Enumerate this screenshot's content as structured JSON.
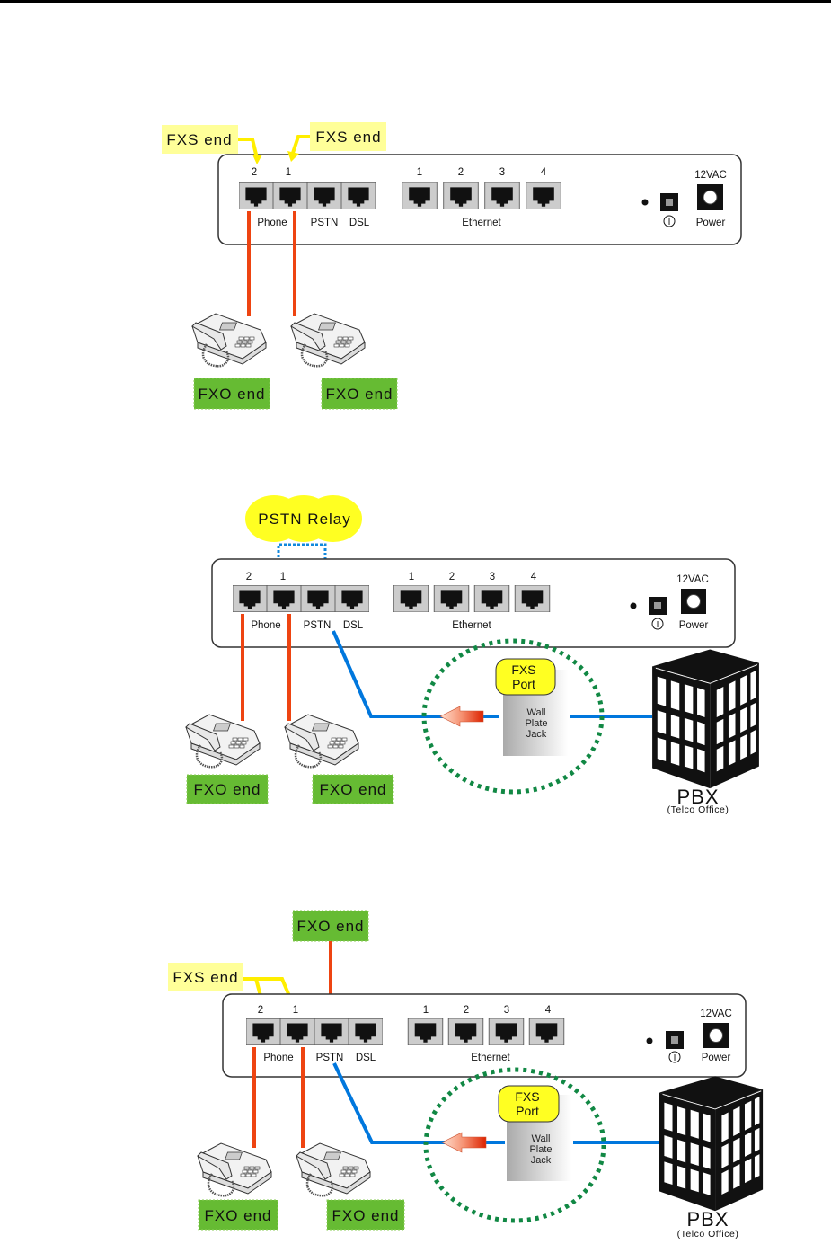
{
  "colors": {
    "fxs_label_bg": "#ffff99",
    "fxs_arrow": "#ffff00",
    "fxo_label_bg": "#66bb33",
    "phone_line": "#ee4411",
    "pstn_line": "#0077dd",
    "relay_bubble": "#ffff22",
    "dotted_circle": "#118844",
    "port_bg": "#cccccc",
    "port_jack": "#111111"
  },
  "device": {
    "port_group_labels": {
      "phone": "Phone",
      "pstn": "PSTN",
      "dsl": "DSL",
      "ethernet": "Ethernet"
    },
    "phone_port_numbers": [
      "2",
      "1"
    ],
    "ethernet_port_numbers": [
      "1",
      "2",
      "3",
      "4"
    ],
    "power_rating": "12VAC",
    "power_label": "Power",
    "switch_symbol": "I"
  },
  "diagrams": [
    {
      "id": "fxs-phones",
      "fxs_labels": [
        "FXS end",
        "FXS end"
      ],
      "fxo_labels": [
        "FXO end",
        "FXO end"
      ]
    },
    {
      "id": "pstn-relay",
      "relay_label": "PSTN Relay",
      "fxs_port_label_line1": "FXS",
      "fxs_port_label_line2": "Port",
      "wall_plate_lines": [
        "Wall",
        "Plate",
        "Jack"
      ],
      "fxo_labels": [
        "FXO end",
        "FXO end"
      ],
      "pbx_label": "PBX",
      "pbx_sublabel": "(Telco Office)"
    },
    {
      "id": "fxo-pstn",
      "fxs_label": "FXS end",
      "fxo_top_label": "FXO end",
      "fxs_port_label_line1": "FXS",
      "fxs_port_label_line2": "Port",
      "wall_plate_lines": [
        "Wall",
        "Plate",
        "Jack"
      ],
      "fxo_labels": [
        "FXO end",
        "FXO end"
      ],
      "pbx_label": "PBX",
      "pbx_sublabel": "(Telco Office)"
    }
  ]
}
